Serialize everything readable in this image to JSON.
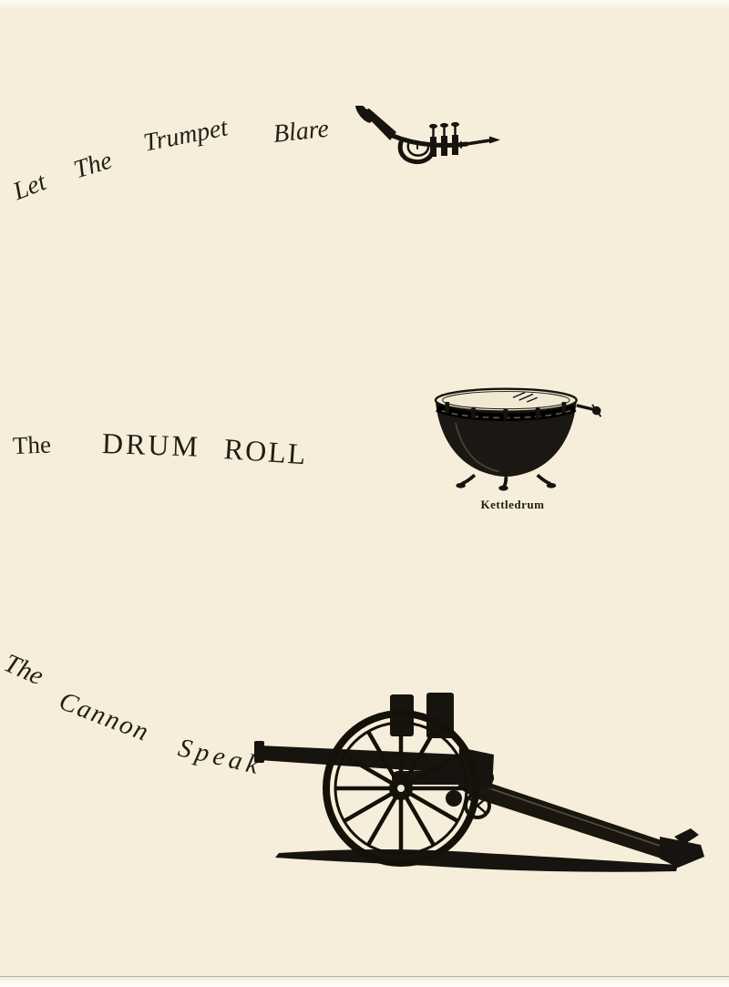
{
  "page": {
    "background_color": "#f6eeda",
    "ink_color": "#1f1b15",
    "kind": "scanned-book-page"
  },
  "trumpet_section": {
    "words": [
      "Let",
      "The",
      "Trumpet",
      "Blare"
    ],
    "illustration": "trumpet-engraving"
  },
  "drum_section": {
    "words": [
      "The",
      "DRUM",
      "ROLL"
    ],
    "caption": "Kettledrum",
    "illustration": "kettledrum-engraving"
  },
  "cannon_section": {
    "words": [
      "The",
      "Cannon",
      "Speak"
    ],
    "illustration": "cannon-engraving"
  }
}
